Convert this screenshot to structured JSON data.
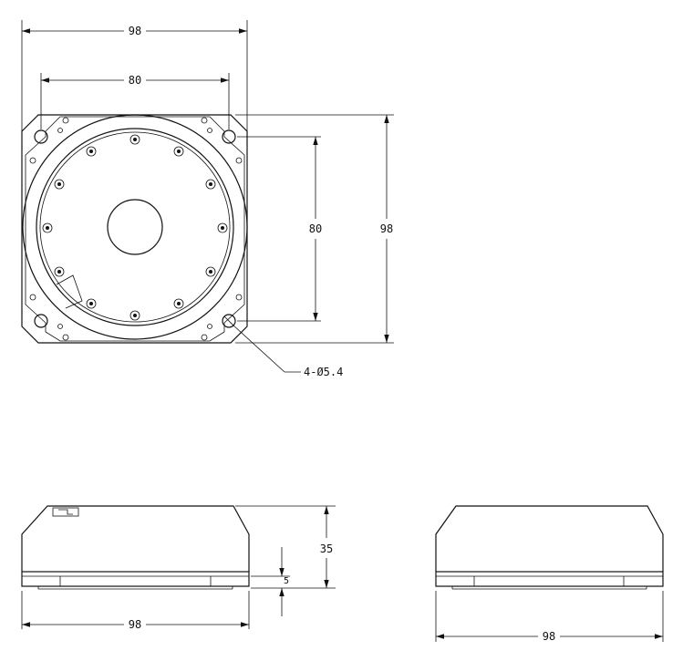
{
  "dimensions": {
    "top_overall_width": "98",
    "top_hole_spacing_x": "80",
    "top_hole_spacing_y": "80",
    "top_overall_height": "98",
    "hole_callout": "4-Ø5.4",
    "side_height": "35",
    "side_flange_thickness": "5",
    "side_width_left": "98",
    "side_width_right": "98"
  }
}
